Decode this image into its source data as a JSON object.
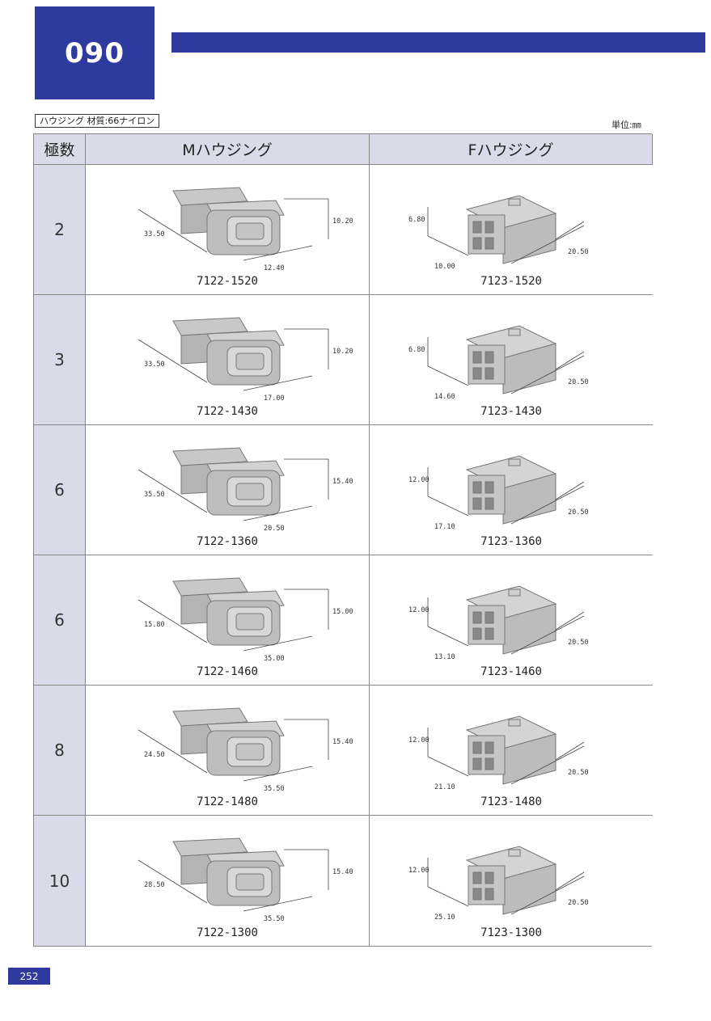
{
  "header": {
    "series": "090"
  },
  "material_label": "ハウジング 材質:66ナイロン",
  "unit_label": "単位:㎜",
  "table": {
    "headers": {
      "poles": "極数",
      "m_housing": "Mハウジング",
      "f_housing": "Fハウジング"
    },
    "rows": [
      {
        "poles": "2",
        "m": {
          "part": "7122-1520",
          "dims": [
            "33.50",
            "12.40",
            "10.20"
          ]
        },
        "f": {
          "part": "7123-1520",
          "dims": [
            "10.00",
            "20.50",
            "6.80"
          ]
        }
      },
      {
        "poles": "3",
        "m": {
          "part": "7122-1430",
          "dims": [
            "33.50",
            "17.00",
            "10.20"
          ]
        },
        "f": {
          "part": "7123-1430",
          "dims": [
            "14.60",
            "20.50",
            "6.80"
          ]
        }
      },
      {
        "poles": "6",
        "m": {
          "part": "7122-1360",
          "dims": [
            "35.50",
            "20.50",
            "15.40"
          ]
        },
        "f": {
          "part": "7123-1360",
          "dims": [
            "17.10",
            "20.50",
            "12.00"
          ]
        }
      },
      {
        "poles": "6",
        "m": {
          "part": "7122-1460",
          "dims": [
            "15.80",
            "35.00",
            "15.00"
          ]
        },
        "f": {
          "part": "7123-1460",
          "dims": [
            "13.10",
            "20.50",
            "12.00"
          ]
        }
      },
      {
        "poles": "8",
        "m": {
          "part": "7122-1480",
          "dims": [
            "24.50",
            "35.50",
            "15.40"
          ]
        },
        "f": {
          "part": "7123-1480",
          "dims": [
            "21.10",
            "20.50",
            "12.00"
          ]
        }
      },
      {
        "poles": "10",
        "m": {
          "part": "7122-1300",
          "dims": [
            "28.50",
            "35.50",
            "15.40"
          ]
        },
        "f": {
          "part": "7123-1300",
          "dims": [
            "25.10",
            "20.50",
            "12.00"
          ]
        }
      }
    ]
  },
  "page_number": "252"
}
